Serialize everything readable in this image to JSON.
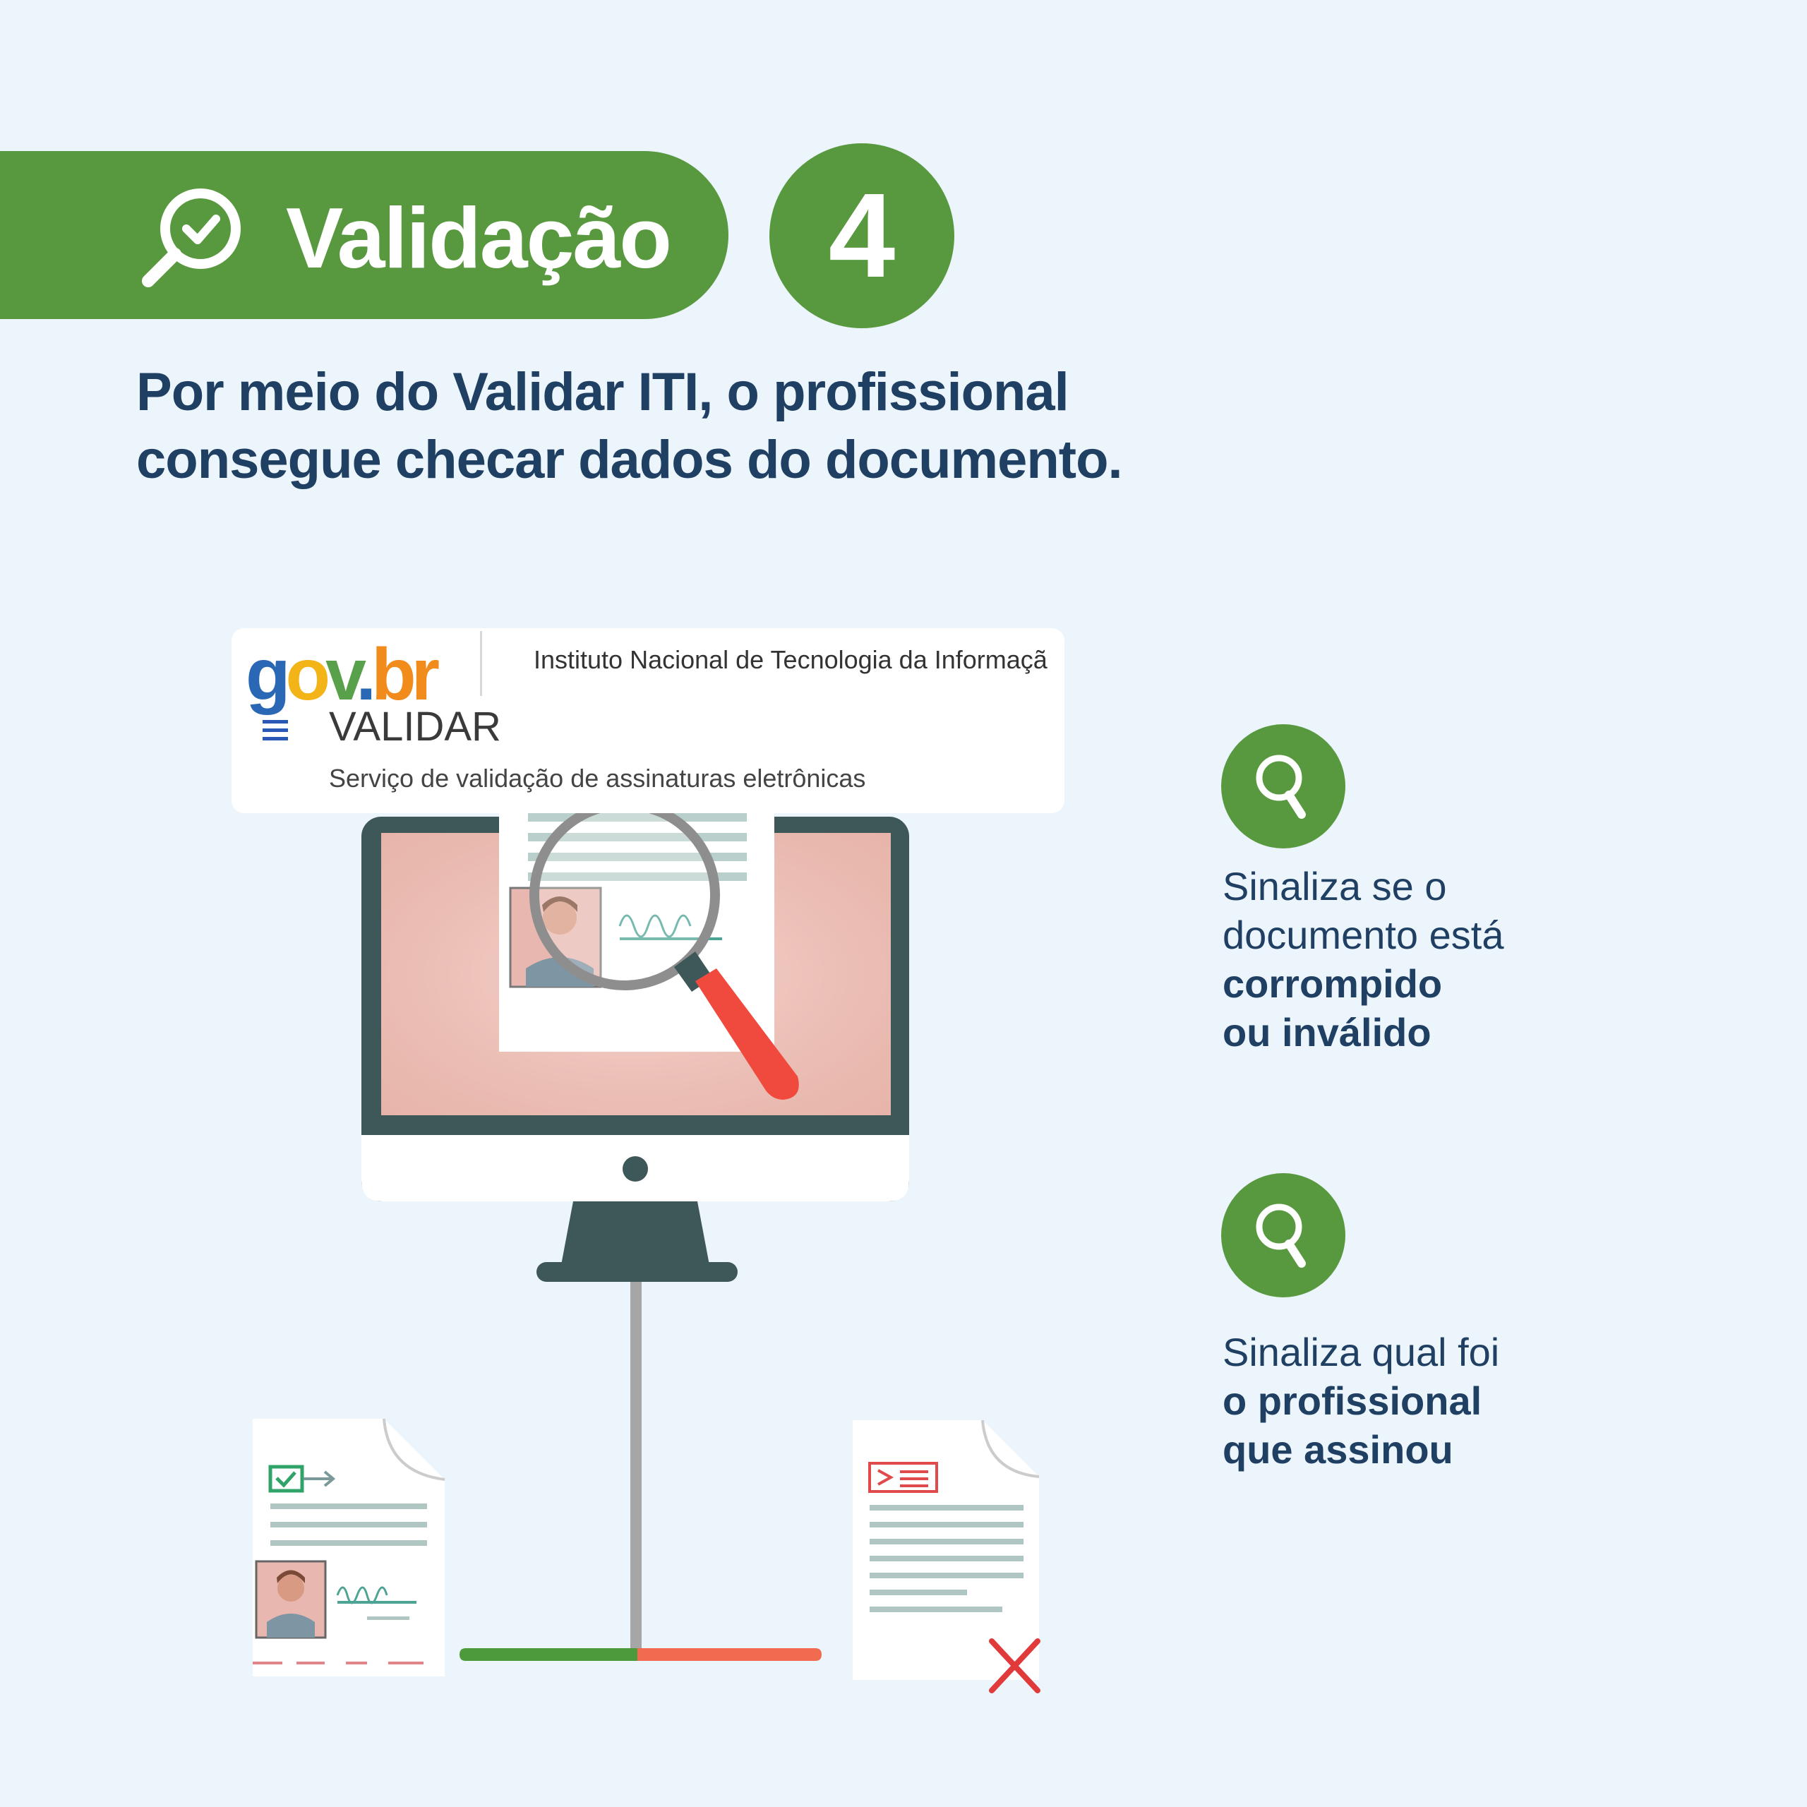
{
  "header": {
    "title": "Validação",
    "step_number": "4",
    "icon": "magnifier-check-icon"
  },
  "subtitle": {
    "line1": "Por meio do Validar ITI, o profissional",
    "line2": "consegue checar dados do documento."
  },
  "site": {
    "logo": "gov.br",
    "organization": "Instituto Nacional de Tecnologia da Informaçã",
    "menu_icon": "hamburger-menu-icon",
    "title": "VALIDAR",
    "description": "Serviço de validação de assinaturas eletrônicas"
  },
  "features": [
    {
      "icon": "search-icon",
      "light_lines": [
        "Sinaliza se o",
        "documento está"
      ],
      "bold_lines": [
        "corrompido",
        "ou inválido"
      ]
    },
    {
      "icon": "search-icon",
      "light_lines": [
        "Sinaliza qual foi"
      ],
      "bold_lines": [
        "o profissional",
        "que assinou"
      ]
    }
  ],
  "colors": {
    "background": "#edf5fc",
    "brand_green": "#58993f",
    "text_navy": "#1f3f63",
    "monitor_dark": "#3e5758",
    "accent_red": "#f05a46"
  }
}
